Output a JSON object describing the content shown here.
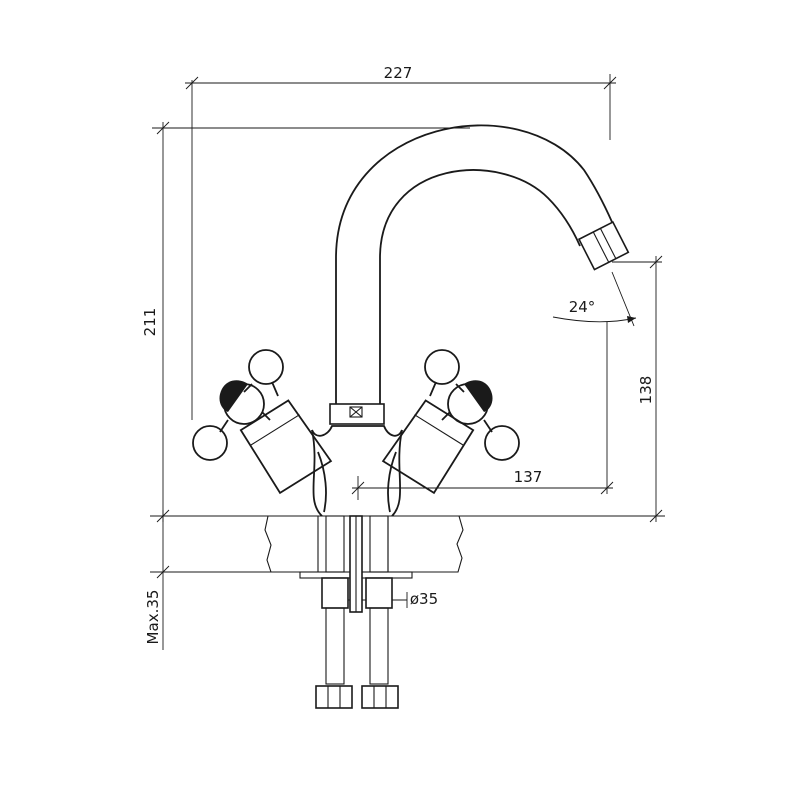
{
  "dimensions": {
    "overall_width": "227",
    "overall_height": "211",
    "spout_height": "138",
    "spout_reach": "137",
    "spout_angle": "24°",
    "hole_diameter": "ø35",
    "max_counter_thickness": "Max.35"
  }
}
